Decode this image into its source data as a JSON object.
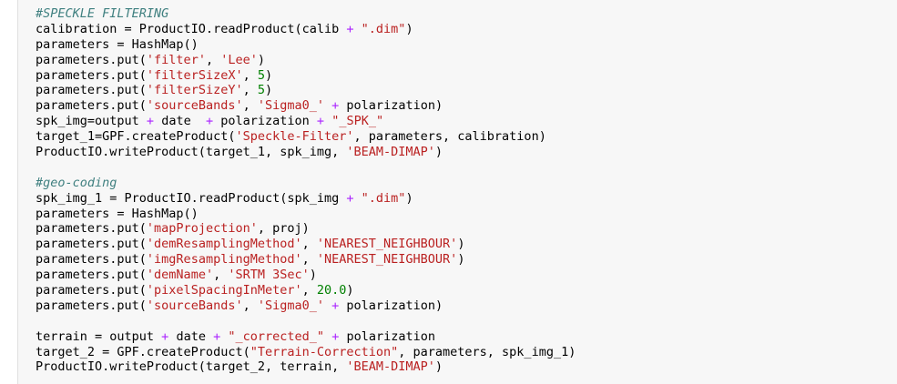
{
  "colors": {
    "background": "#f7f7f7",
    "comment": "#408080",
    "string": "#ba2121",
    "operator": "#aa22ff",
    "number": "#008000",
    "text": "#000000"
  },
  "code_lines": [
    [
      [
        "c",
        "#SPECKLE FILTERING"
      ]
    ],
    [
      [
        "p",
        "calibration = ProductIO.readProduct(calib "
      ],
      [
        "o",
        "+"
      ],
      [
        "p",
        " "
      ],
      [
        "s",
        "\".dim\""
      ],
      [
        "p",
        ")"
      ]
    ],
    [
      [
        "p",
        "parameters = HashMap()"
      ]
    ],
    [
      [
        "p",
        "parameters.put("
      ],
      [
        "s",
        "'filter'"
      ],
      [
        "p",
        ", "
      ],
      [
        "s",
        "'Lee'"
      ],
      [
        "p",
        ")"
      ]
    ],
    [
      [
        "p",
        "parameters.put("
      ],
      [
        "s",
        "'filterSizeX'"
      ],
      [
        "p",
        ", "
      ],
      [
        "n",
        "5"
      ],
      [
        "p",
        ")"
      ]
    ],
    [
      [
        "p",
        "parameters.put("
      ],
      [
        "s",
        "'filterSizeY'"
      ],
      [
        "p",
        ", "
      ],
      [
        "n",
        "5"
      ],
      [
        "p",
        ")"
      ]
    ],
    [
      [
        "p",
        "parameters.put("
      ],
      [
        "s",
        "'sourceBands'"
      ],
      [
        "p",
        ", "
      ],
      [
        "s",
        "'Sigma0_'"
      ],
      [
        "p",
        " "
      ],
      [
        "o",
        "+"
      ],
      [
        "p",
        " polarization)"
      ]
    ],
    [
      [
        "p",
        "spk_img=output "
      ],
      [
        "o",
        "+"
      ],
      [
        "p",
        " date  "
      ],
      [
        "o",
        "+"
      ],
      [
        "p",
        " polarization "
      ],
      [
        "o",
        "+"
      ],
      [
        "p",
        " "
      ],
      [
        "s",
        "\"_SPK_\""
      ]
    ],
    [
      [
        "p",
        "target_1=GPF.createProduct("
      ],
      [
        "s",
        "'Speckle-Filter'"
      ],
      [
        "p",
        ", parameters, calibration)"
      ]
    ],
    [
      [
        "p",
        "ProductIO.writeProduct(target_1, spk_img, "
      ],
      [
        "s",
        "'BEAM-DIMAP'"
      ],
      [
        "p",
        ")"
      ]
    ],
    [],
    [
      [
        "c",
        "#geo-coding"
      ]
    ],
    [
      [
        "p",
        "spk_img_1 = ProductIO.readProduct(spk_img "
      ],
      [
        "o",
        "+"
      ],
      [
        "p",
        " "
      ],
      [
        "s",
        "\".dim\""
      ],
      [
        "p",
        ")"
      ]
    ],
    [
      [
        "p",
        "parameters = HashMap()"
      ]
    ],
    [
      [
        "p",
        "parameters.put("
      ],
      [
        "s",
        "'mapProjection'"
      ],
      [
        "p",
        ", proj)"
      ]
    ],
    [
      [
        "p",
        "parameters.put("
      ],
      [
        "s",
        "'demResamplingMethod'"
      ],
      [
        "p",
        ", "
      ],
      [
        "s",
        "'NEAREST_NEIGHBOUR'"
      ],
      [
        "p",
        ")"
      ]
    ],
    [
      [
        "p",
        "parameters.put("
      ],
      [
        "s",
        "'imgResamplingMethod'"
      ],
      [
        "p",
        ", "
      ],
      [
        "s",
        "'NEAREST_NEIGHBOUR'"
      ],
      [
        "p",
        ")"
      ]
    ],
    [
      [
        "p",
        "parameters.put("
      ],
      [
        "s",
        "'demName'"
      ],
      [
        "p",
        ", "
      ],
      [
        "s",
        "'SRTM 3Sec'"
      ],
      [
        "p",
        ")"
      ]
    ],
    [
      [
        "p",
        "parameters.put("
      ],
      [
        "s",
        "'pixelSpacingInMeter'"
      ],
      [
        "p",
        ", "
      ],
      [
        "n",
        "20.0"
      ],
      [
        "p",
        ")"
      ]
    ],
    [
      [
        "p",
        "parameters.put("
      ],
      [
        "s",
        "'sourceBands'"
      ],
      [
        "p",
        ", "
      ],
      [
        "s",
        "'Sigma0_'"
      ],
      [
        "p",
        " "
      ],
      [
        "o",
        "+"
      ],
      [
        "p",
        " polarization)"
      ]
    ],
    [],
    [
      [
        "p",
        "terrain = output "
      ],
      [
        "o",
        "+"
      ],
      [
        "p",
        " date "
      ],
      [
        "o",
        "+"
      ],
      [
        "p",
        " "
      ],
      [
        "s",
        "\"_corrected_\""
      ],
      [
        "p",
        " "
      ],
      [
        "o",
        "+"
      ],
      [
        "p",
        " polarization"
      ]
    ],
    [
      [
        "p",
        "target_2 = GPF.createProduct("
      ],
      [
        "s",
        "\"Terrain-Correction\""
      ],
      [
        "p",
        ", parameters, spk_img_1)"
      ]
    ],
    [
      [
        "p",
        "ProductIO.writeProduct(target_2, terrain, "
      ],
      [
        "s",
        "'BEAM-DIMAP'"
      ],
      [
        "p",
        ")"
      ]
    ]
  ]
}
